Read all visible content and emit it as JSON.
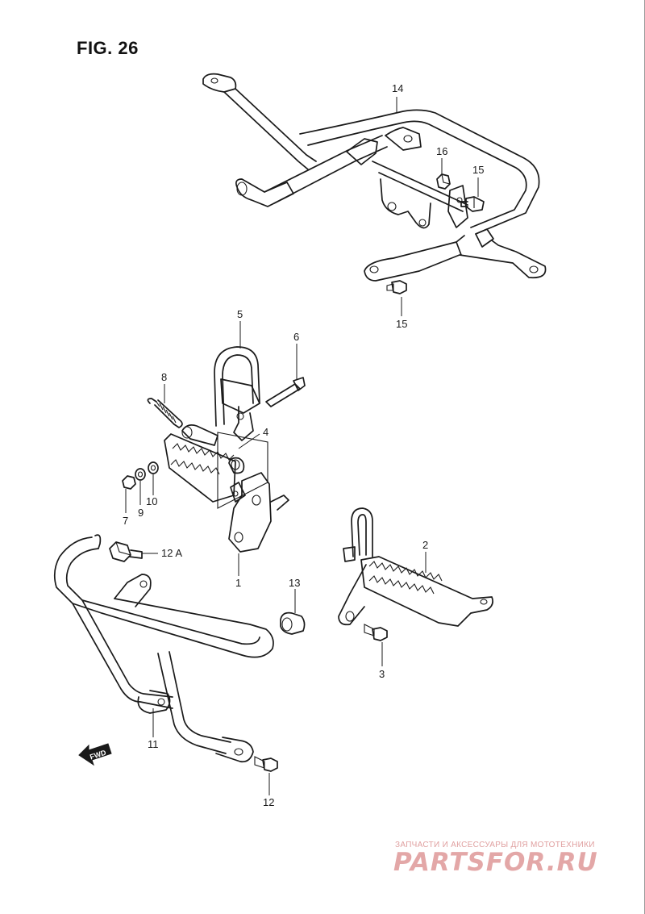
{
  "figure": {
    "title": "FIG. 26"
  },
  "parts": [
    {
      "id": "part-1",
      "label": "1"
    },
    {
      "id": "part-2",
      "label": "2"
    },
    {
      "id": "part-3",
      "label": "3"
    },
    {
      "id": "part-4",
      "label": "4"
    },
    {
      "id": "part-5",
      "label": "5"
    },
    {
      "id": "part-6",
      "label": "6"
    },
    {
      "id": "part-7",
      "label": "7"
    },
    {
      "id": "part-8",
      "label": "8"
    },
    {
      "id": "part-9",
      "label": "9"
    },
    {
      "id": "part-10",
      "label": "10"
    },
    {
      "id": "part-11",
      "label": "11"
    },
    {
      "id": "part-12",
      "label": "12"
    },
    {
      "id": "part-12a",
      "label": "12 A"
    },
    {
      "id": "part-13",
      "label": "13"
    },
    {
      "id": "part-14",
      "label": "14"
    },
    {
      "id": "part-15a",
      "label": "15"
    },
    {
      "id": "part-15b",
      "label": "15"
    },
    {
      "id": "part-16",
      "label": "16"
    }
  ],
  "direction": {
    "label": "FWD"
  },
  "watermark": {
    "tagline": "ЗАПЧАСТИ И АКСЕССУАРЫ ДЛЯ МОТОТЕХНИКИ",
    "brand": "PARTSFOR.RU"
  },
  "colors": {
    "line": "#1a1a1a",
    "watermark": "#e3a7a7"
  }
}
